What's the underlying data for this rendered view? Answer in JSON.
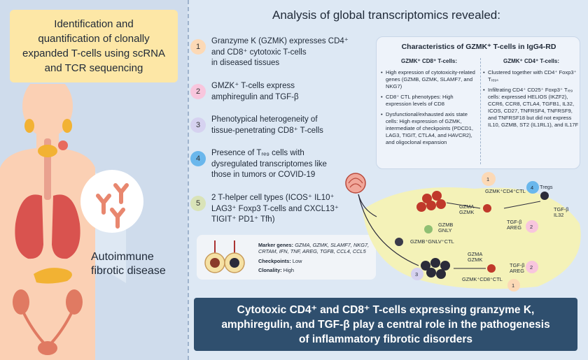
{
  "title_box": {
    "line1": "Identification and",
    "line2": "quantification of clonally",
    "line3": "expanded T-cells using scRNA",
    "line4": "and TCR sequencing"
  },
  "disease": {
    "line1": "Autoimmune",
    "line2": "fibrotic disease"
  },
  "analysis_title": "Analysis of global transcriptomics revealed:",
  "findings": [
    {
      "number": "1",
      "color": "#fcd9b6",
      "lines": [
        "Granzyme K (GZMK) expresses CD4⁺",
        "and CD8⁺ cytotoxic T-cells",
        "in diseased tissues"
      ]
    },
    {
      "number": "2",
      "color": "#f8c6dd",
      "lines": [
        "GMZK⁺ T-cells express",
        "amphiregulin and TGF-β"
      ]
    },
    {
      "number": "3",
      "color": "#d6d2f0",
      "lines": [
        "Phenotypical heterogeneity of",
        "tissue-penetrating CD8⁺ T-cells"
      ]
    },
    {
      "number": "4",
      "color": "#6ab7ec",
      "lines": [
        "Presence of Tᵣₑ₉ cells with",
        "dysregulated transcriptomes like",
        "those in tumors or COVID-19"
      ]
    },
    {
      "number": "5",
      "color": "#d9e3b8",
      "lines": [
        "2 T-helper cell types (ICOS⁺ IL10⁺",
        "LAG3⁺ Foxp3 T-cells and CXCL13⁺",
        "TIGIT⁺ PD1⁺ Tfh)"
      ]
    }
  ],
  "characteristics": {
    "title": "Characteristics of GZMK⁺ T-cells in IgG4-RD",
    "cd8": {
      "head": "GZMK⁺ CD8⁺ T-cells:",
      "bullets": [
        "High expression of cytotoxicity-related genes (GZMB, GZMK, SLAMF7, and NKG7)",
        "CD8⁺ CTL phenotypes: High expression levels of CD8",
        "Dysfunctional/exhausted axis state cells: High expression of GZMK, intermediate of checkpoints (PDCD1, LAG3, TIGIT, CTLA4, and HAVCR2), and oligoclonal expansion"
      ]
    },
    "cd4": {
      "head": "GZMK⁺ CD4⁺ T-cells:",
      "bullets": [
        "Clustered together with CD4⁺ Foxp3⁺ Tᵣₑ₉ₛ",
        "Infiltrating CD4⁺ CD25⁺ Foxp3⁺ Tᵣₑ₉ cells: expressed HELIOS (IKZF2), CCR6, CCR8, CTLA4, TGFB1, IL32, ICOS, CD27, TNFRSF4, TNFRSF9, and TNFRSF18 but did not express IL10, GZMB, ST2 (IL1RL1), and IL17F"
      ]
    }
  },
  "markers": {
    "genes_label": "Marker genes:",
    "genes": "GZMA, GZMK, SLAMF7, NKG7, CRTAM, IFN, TNF, AREG, TGFB, CCL4, CCL5",
    "checkpoints_label": "Checkpoints:",
    "checkpoints": "Low",
    "clonality_label": "Clonality:",
    "clonality": "High"
  },
  "diagram": {
    "gzmk_cd4_ctl": "GZMK⁺CD4⁺CTL",
    "gzma_gzmk_1": "GZMA",
    "gzma_gzmk_2": "GZMK",
    "tregs": "Tregs",
    "tgfb_il32_1": "TGF-β",
    "tgfb_il32_2": "IL32",
    "tgfb_areg_1": "TGF-β",
    "tgfb_areg_2": "AREG",
    "gzmb_gnly_1": "GZMB",
    "gzmb_gnly_2": "GNLY",
    "gzmb_gnlv_ctl": "GZMB⁺GNLV⁺CTL",
    "gzma_gzmk2_1": "GZMA",
    "gzma_gzmk2_2": "GZMK",
    "tgfb_areg2_1": "TGF-β",
    "tgfb_areg2_2": "AREG",
    "gzmk_cd8_ctl": "GZMK⁺CD8⁺CTL",
    "badge_1a": "1",
    "badge_4": "4",
    "badge_2a": "2",
    "badge_3": "3",
    "badge_2b": "2",
    "badge_1b": "1"
  },
  "conclusion": {
    "line1": "Cytotoxic CD4⁺ and CD8⁺ T-cells expressing granzyme K,",
    "line2": "amphiregulin, and TGF-β play a central role in the pathogenesis",
    "line3": "of inflammatory fibrotic disorders"
  },
  "colors": {
    "title_bg": "#fde7a6",
    "left_bg": "#cfdcec",
    "skin": "#fbd0b4",
    "lung": "#d9534f",
    "thyroid": "#f2b233",
    "antibody": "#e8876f",
    "tissue": "#f4f2b8",
    "conclusion_bg": "#2f4f6e"
  }
}
